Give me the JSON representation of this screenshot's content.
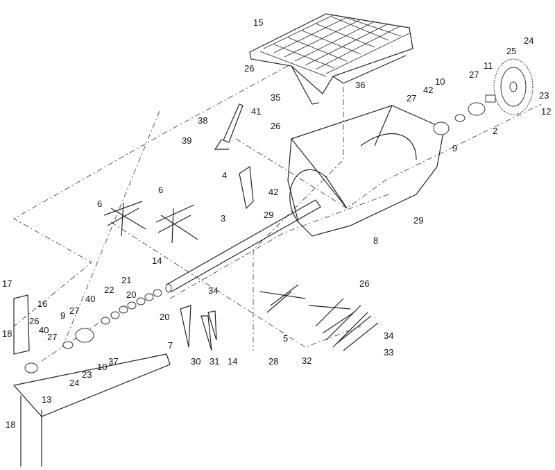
{
  "diagram": {
    "callouts": [
      "15",
      "26",
      "35",
      "36",
      "41",
      "38",
      "39",
      "24",
      "25",
      "27",
      "11",
      "23",
      "42",
      "10",
      "12",
      "27",
      "2",
      "9",
      "26",
      "4",
      "42",
      "29",
      "6",
      "6",
      "3",
      "29",
      "8",
      "14",
      "17",
      "16",
      "18",
      "40",
      "27",
      "9",
      "26",
      "40",
      "22",
      "21",
      "20",
      "20",
      "34",
      "26",
      "27",
      "24",
      "23",
      "10",
      "37",
      "7",
      "30",
      "31",
      "14",
      "28",
      "5",
      "34",
      "32",
      "33",
      "13",
      "18"
    ]
  }
}
